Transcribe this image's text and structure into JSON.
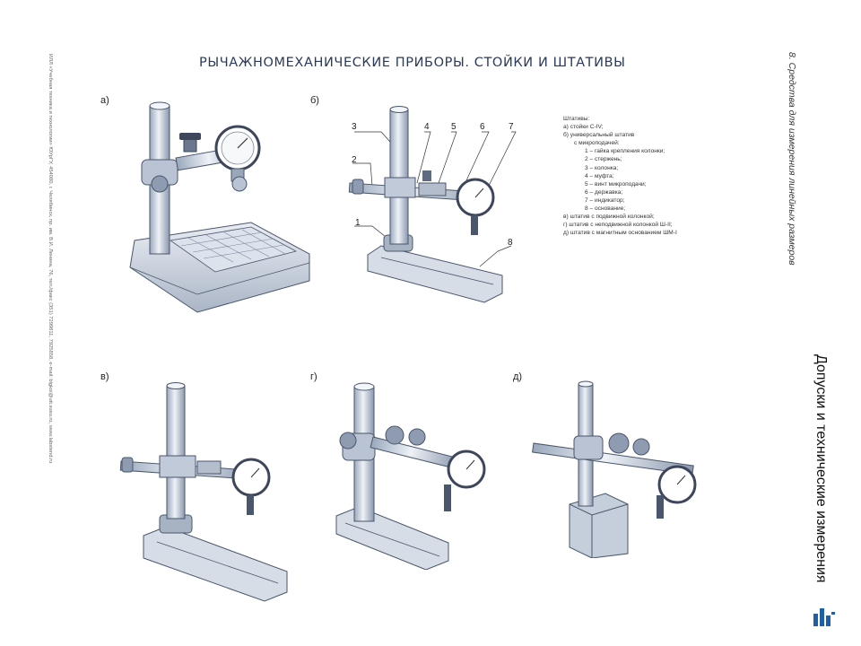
{
  "header": {
    "title": "РЫЧАЖНОМЕХАНИЧЕСКИЕ ПРИБОРЫ. СТОЙКИ И ШТАТИВЫ"
  },
  "margins": {
    "left_credit": "ИЛЛ «Учебная техника и технологии» ЮУрГУ, 454080, г. Челябинск, пр. им. В.И. Ленина, 76, тел./факс (351) 7299811, 7925858, e-mail: bigkoi@utt.susu.ru, www.labstend.ru",
    "right_subtitle": "8. Средства для измерения линейных размеров",
    "right_main": "Допуски и технические измерения"
  },
  "panels": {
    "a": "а)",
    "b": "б)",
    "v": "в)",
    "g": "г)",
    "d": "д)"
  },
  "callouts": [
    "1",
    "2",
    "3",
    "4",
    "5",
    "6",
    "7",
    "8"
  ],
  "legend": {
    "heading": "Штативы:",
    "a": "а) стойки С-IV;",
    "b": "б) универсальный штатив",
    "b2": "с микроподачей:",
    "items": [
      "1 – гайка крепления колонки;",
      "2 – стержень;",
      "3 – колонка;",
      "4 – муфта;",
      "5 – винт микроподачи;",
      "6 – державка;",
      "7 – индикатор;",
      "8 – основание;"
    ],
    "v": "в) штатив с подвижной колонкой;",
    "g": "г) штатив с неподвижной колонкой Ш-II;",
    "d": "д) штатив с магнитным основанием ШМ-I"
  }
}
